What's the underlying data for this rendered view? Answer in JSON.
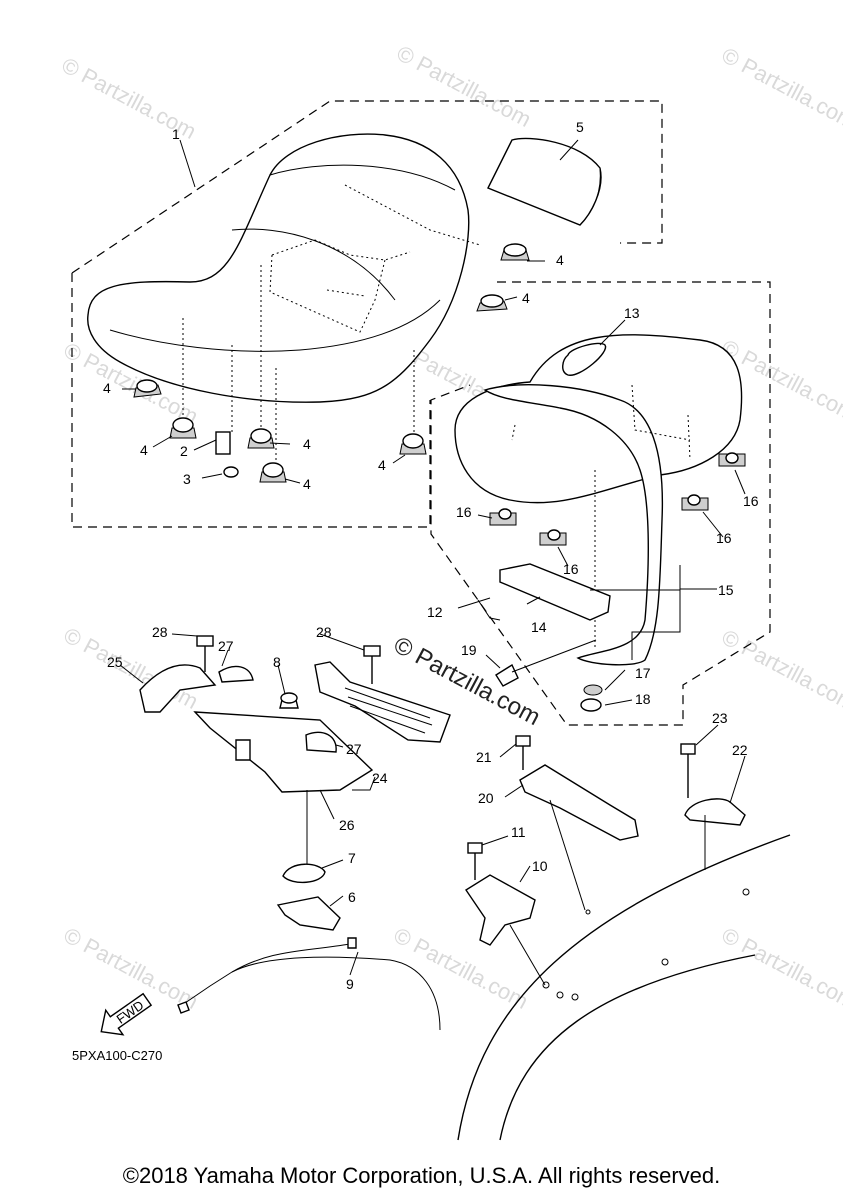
{
  "diagram": {
    "callouts": [
      "1",
      "2",
      "3",
      "4",
      "5",
      "6",
      "7",
      "8",
      "9",
      "10",
      "11",
      "12",
      "13",
      "14",
      "15",
      "16",
      "17",
      "18",
      "19",
      "20",
      "21",
      "22",
      "23",
      "24",
      "25",
      "26",
      "27",
      "28"
    ],
    "code_label": "5PXA100-C270",
    "fwd_label": "FWD",
    "center_watermark": "© Partzilla.com",
    "watermark": "© Partzilla.com"
  },
  "footer": {
    "copyright": "©2018 Yamaha Motor Corporation, U.S.A. All rights reserved."
  }
}
